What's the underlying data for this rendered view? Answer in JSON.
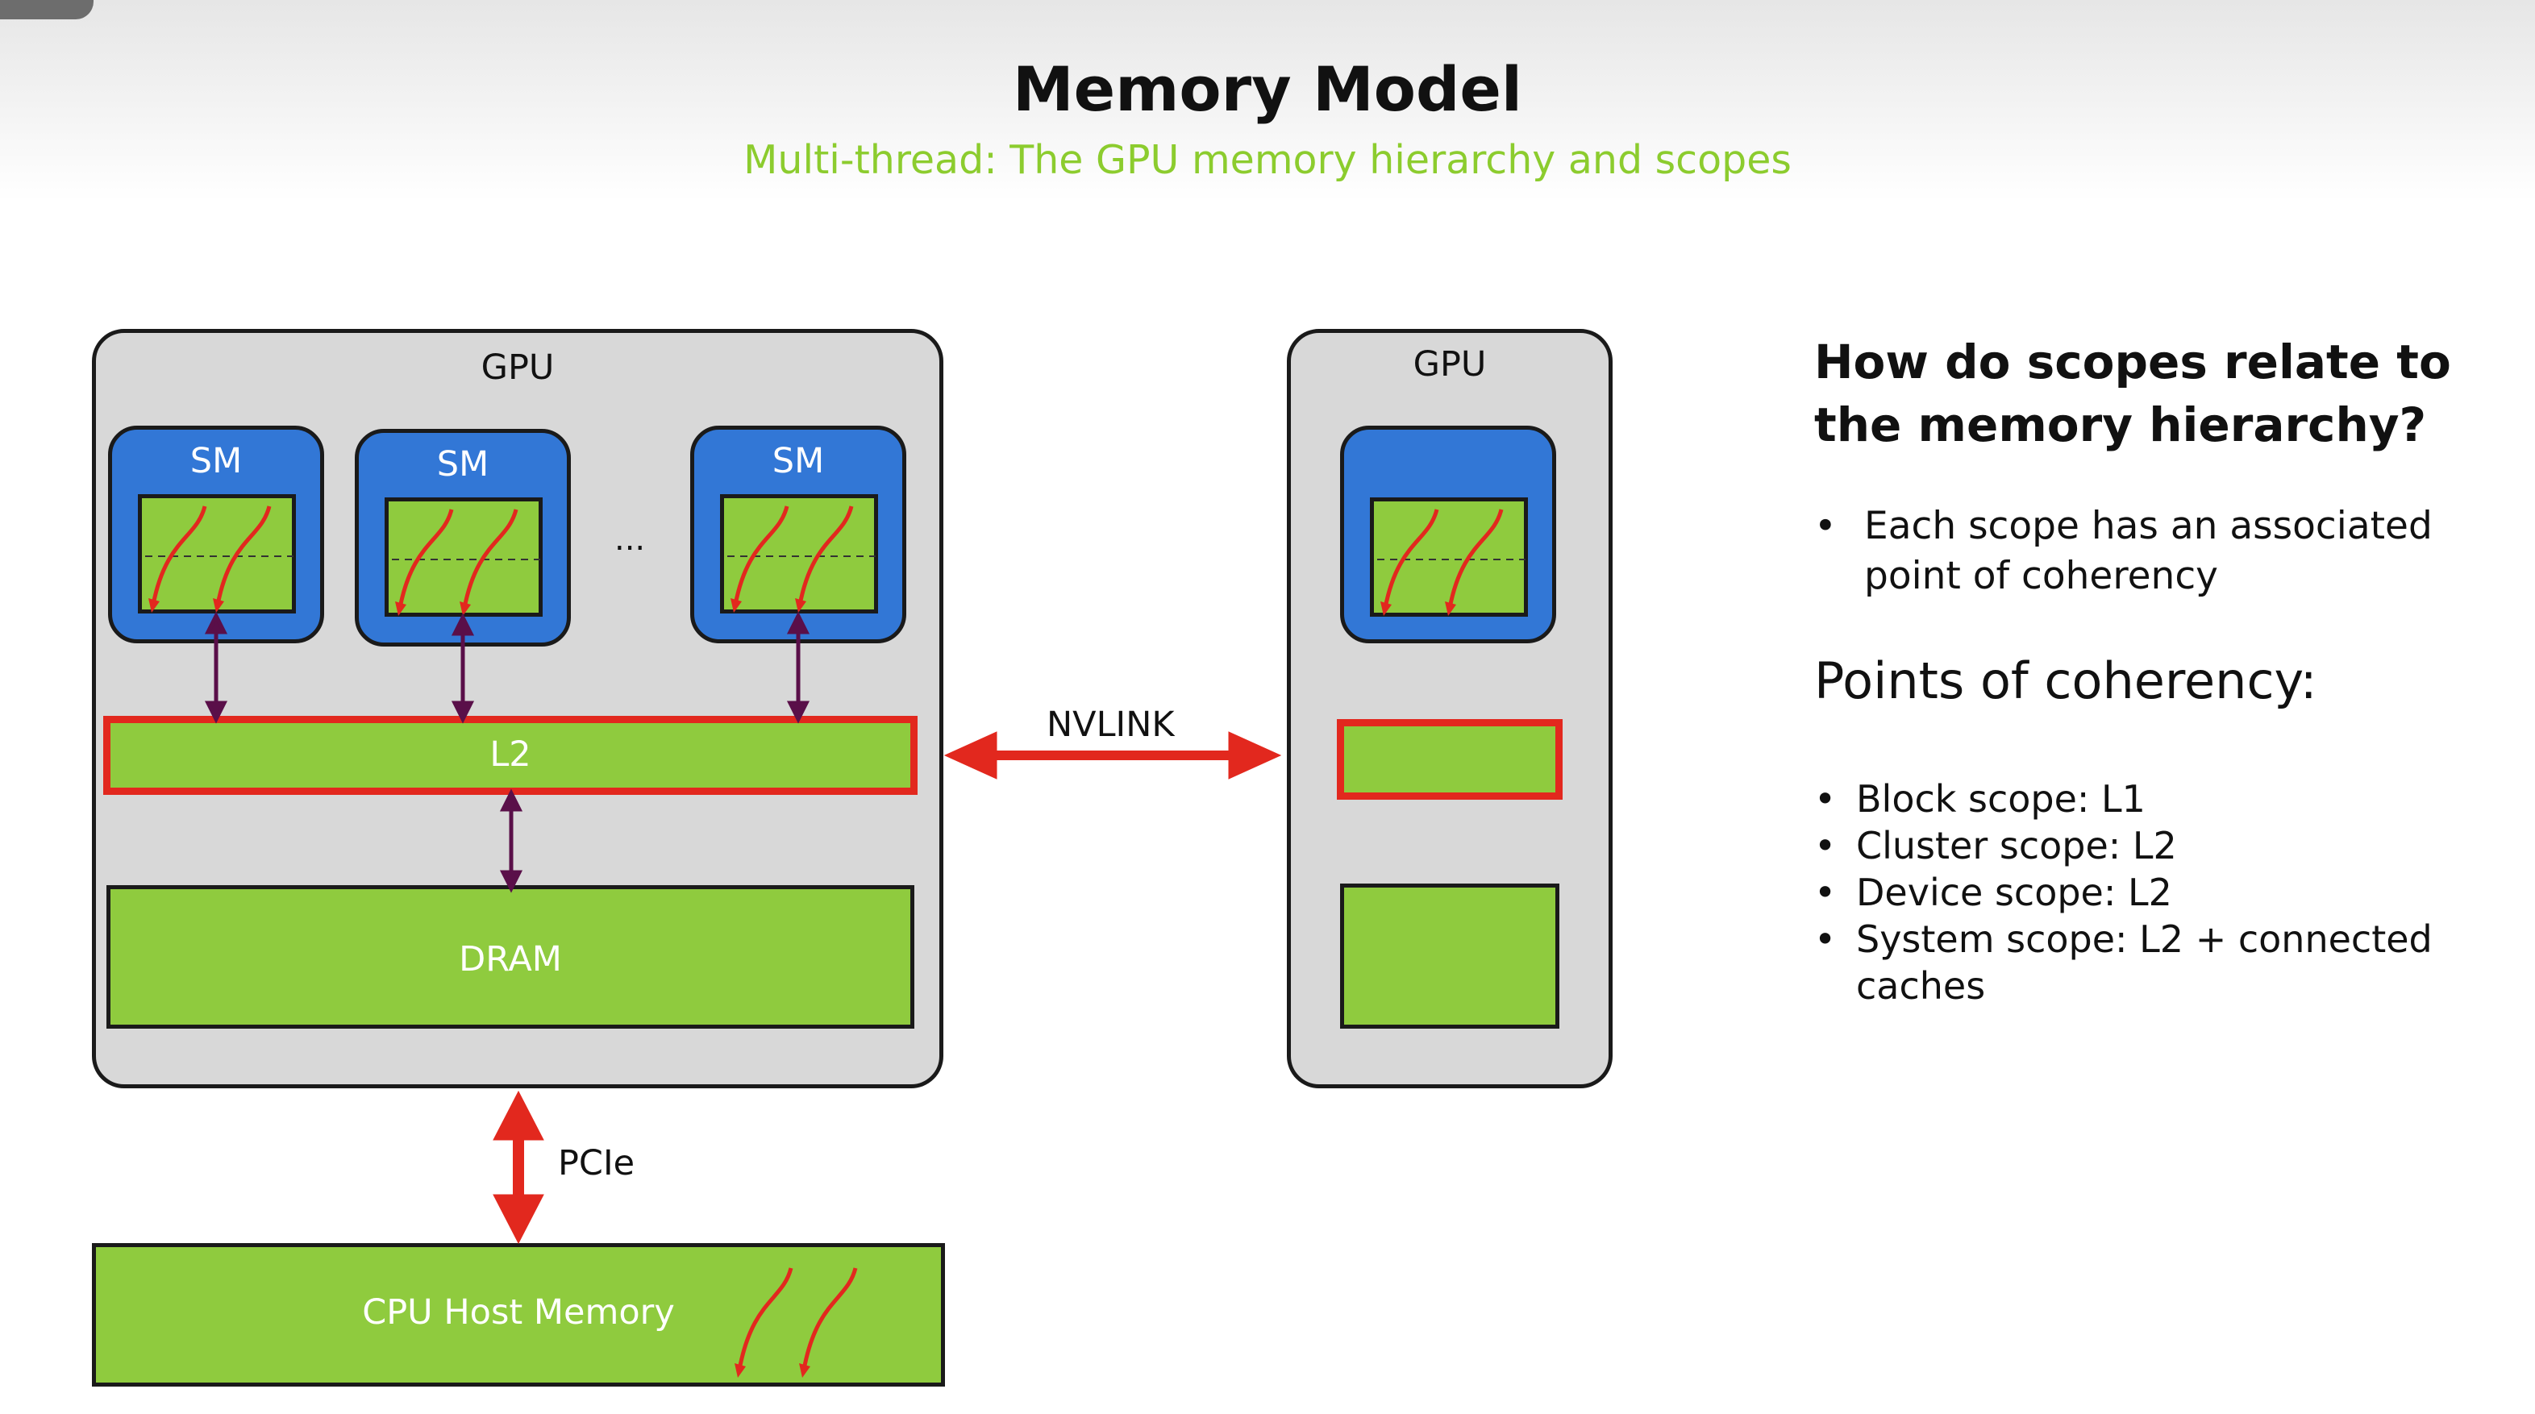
{
  "header": {
    "title": "Memory Model",
    "subtitle": "Multi-thread: The GPU memory hierarchy and scopes"
  },
  "diagram": {
    "gpu_left": {
      "label": "GPU",
      "sm_labels": [
        "SM",
        "SM",
        "SM"
      ],
      "ellipsis": "...",
      "l2_label": "L2",
      "dram_label": "DRAM"
    },
    "gpu_right": {
      "label": "GPU"
    },
    "nvlink_label": "NVLINK",
    "pcie_label": "PCIe",
    "cpu_memory_label": "CPU Host Memory"
  },
  "sidebar": {
    "question": "How do scopes relate to the memory hierarchy?",
    "intro_bullet": "Each scope has an associated point of coherency",
    "points_heading": "Points of coherency:",
    "points": [
      "Block scope: L1",
      "Cluster scope: L2",
      "Device scope: L2",
      "System scope: L2 + connected caches"
    ],
    "bullet_symbol": "•"
  },
  "colors": {
    "accent_green": "#8fcb3e",
    "subtitle_green": "#8ccc2e",
    "sm_blue": "#3277d6",
    "link_red": "#e2281e",
    "connector_purple": "#5a0f49"
  }
}
